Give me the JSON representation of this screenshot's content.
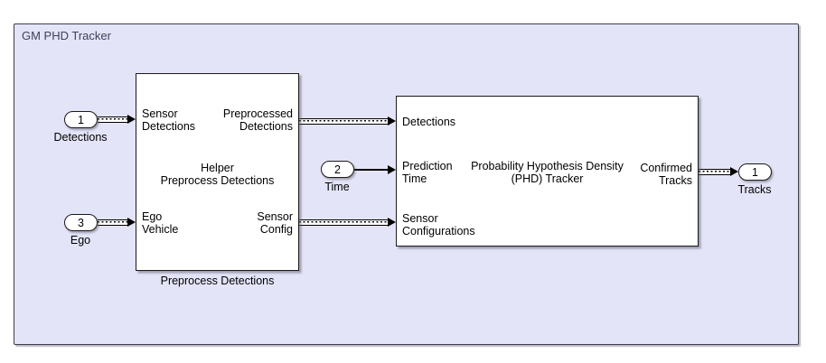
{
  "title": "GM PHD Tracker",
  "colors": {
    "background": "#ffffff",
    "subsystem_fill": "#e4e4f8",
    "subsystem_border": "#3f3f4a",
    "block_fill": "#ffffff",
    "block_border": "#1a1a1a",
    "line": "#000000",
    "title_text": "#40405a"
  },
  "inports": {
    "detections": {
      "number": "1",
      "label": "Detections"
    },
    "time": {
      "number": "2",
      "label": "Time"
    },
    "ego": {
      "number": "3",
      "label": "Ego"
    }
  },
  "outports": {
    "tracks": {
      "number": "1",
      "label": "Tracks"
    }
  },
  "blocks": {
    "helper": {
      "name_line1": "Helper",
      "name_line2": "Preprocess Detections",
      "caption": "Preprocess Detections",
      "ports": {
        "in1_line1": "Sensor",
        "in1_line2": "Detections",
        "in2_line1": "Ego",
        "in2_line2": "Vehicle",
        "out1_line1": "Preprocessed",
        "out1_line2": "Detections",
        "out2_line1": "Sensor",
        "out2_line2": "Config"
      }
    },
    "phd": {
      "name_line1": "Probability Hypothesis Density",
      "name_line2": "(PHD) Tracker",
      "ports": {
        "in1": "Detections",
        "in2_line1": "Prediction",
        "in2_line2": "Time",
        "in3_line1": "Sensor",
        "in3_line2": "Configurations",
        "out1_line1": "Confirmed",
        "out1_line2": "Tracks"
      }
    }
  }
}
